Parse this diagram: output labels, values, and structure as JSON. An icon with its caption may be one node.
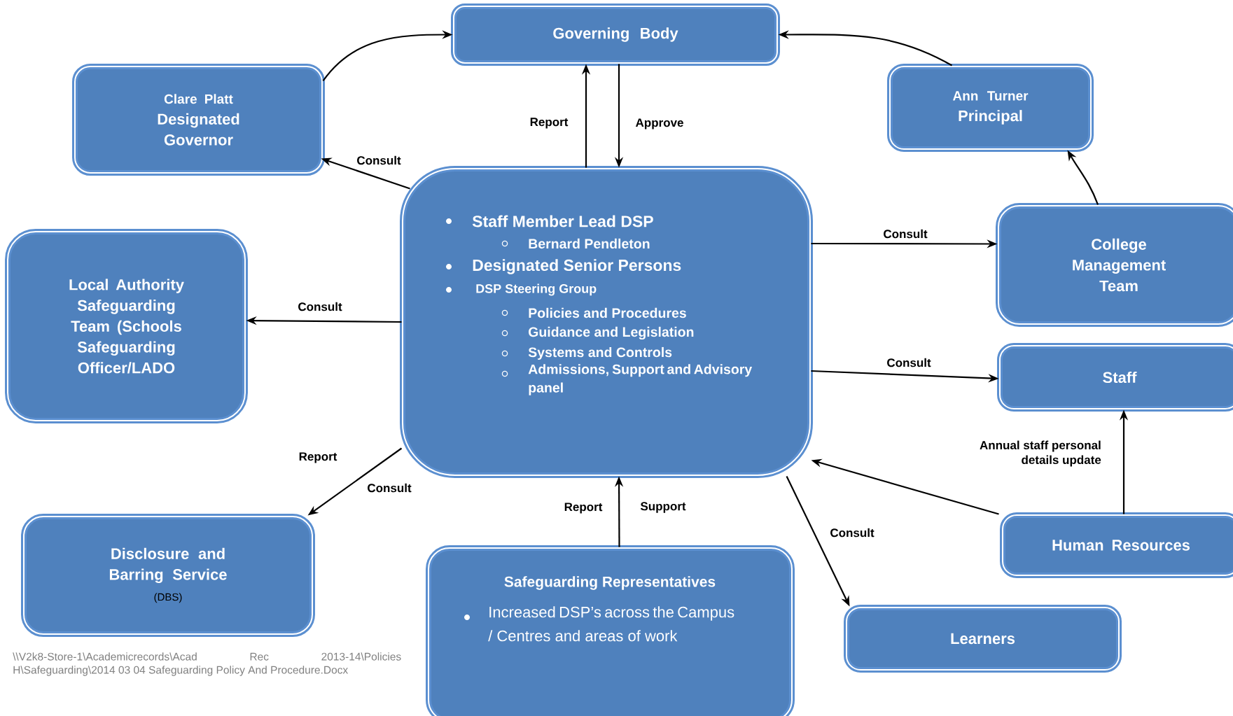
{
  "diagram": {
    "nodes": [
      {
        "text": [
          "Governing Body"
        ]
      },
      {
        "text": [
          "Clare Platt",
          "Designated Governor"
        ]
      },
      {
        "text": [
          "Ann Turner",
          "Principal"
        ]
      },
      {
        "text": [
          "Staff Member  Lead DSP",
          "Bernard Pendleton",
          "Designated Senior Persons",
          "DSP Steering Group",
          "Policies and Procedures",
          "Guidance and Legislation",
          "Systems and Controls",
          "Admissions, Support and Advisory panel"
        ]
      },
      {
        "text": [
          "Local Authority Safeguarding Team (Schools Safeguarding Officer/LADO"
        ]
      },
      {
        "text": [
          "College Management Team"
        ]
      },
      {
        "text": [
          "Staff"
        ]
      },
      {
        "text": [
          "Disclosure and Barring Service",
          "(DBS)"
        ]
      },
      {
        "text": [
          "Human Resources"
        ]
      },
      {
        "text": [
          "Safeguarding Representatives",
          "Increased DSP’s across the Campus / Centres and areas of work"
        ]
      },
      {
        "text": [
          "Learners"
        ]
      }
    ],
    "edges": [
      {
        "from": 1,
        "to": 0,
        "arrow": "to"
      },
      {
        "from": 2,
        "to": 0,
        "arrow": "to"
      },
      {
        "from": 3,
        "to": 0,
        "arrow": "to",
        "label": "Report"
      },
      {
        "from": 0,
        "to": 3,
        "arrow": "to",
        "label": "Approve"
      },
      {
        "from": 3,
        "to": 1,
        "arrow": "to",
        "label": "Consult"
      },
      {
        "from": 5,
        "to": 2,
        "arrow": "to"
      },
      {
        "from": 3,
        "to": 4,
        "arrow": "to",
        "label": "Consult"
      },
      {
        "from": 3,
        "to": 5,
        "arrow": "to",
        "label": "Consult"
      },
      {
        "from": 3,
        "to": 6,
        "arrow": "to",
        "label": "Consult"
      },
      {
        "from": 3,
        "to": 7,
        "arrow": "to",
        "label": "Consult"
      },
      {
        "from": 9,
        "to": 3,
        "arrow": "to",
        "label": "Support"
      },
      {
        "from": 3,
        "to": 10,
        "arrow": "to",
        "label": "Consult"
      },
      {
        "from": 8,
        "to": 3,
        "arrow": "to"
      },
      {
        "from": 8,
        "to": 6,
        "arrow": "to",
        "label": "Annual staff personal details update"
      }
    ],
    "labels": [
      "Report",
      "Report",
      "\\\\V2k8-Store-1\\Academicrecords\\Acad Rec 2013-14\\Policies H\\Safeguarding\\2014 03 04 Safeguarding Policy And Procedure.Docx"
    ]
  }
}
